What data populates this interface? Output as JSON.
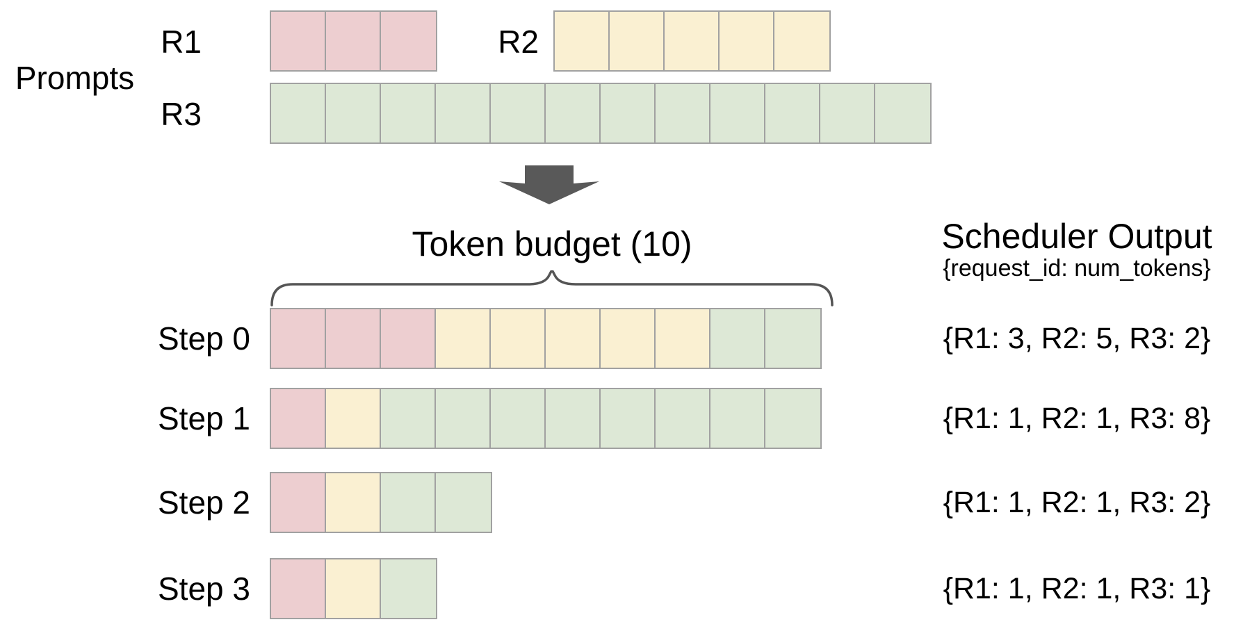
{
  "canvas": {
    "background": "#ffffff"
  },
  "request_colors": {
    "R1": "#edced0",
    "R2": "#faf0d2",
    "R3": "#dde8d6"
  },
  "colors": {
    "cell_border": "#a1a1a1",
    "arrow": "#595959",
    "brace": "#555555",
    "text": "#000000"
  },
  "prompts": {
    "section_label": "Prompts"
  },
  "prompt_rows": [
    {
      "label": "R1",
      "segments": [
        {
          "request": "R1",
          "tokens": 3
        }
      ]
    },
    {
      "label": "R2",
      "segments": [
        {
          "request": "R2",
          "tokens": 5
        }
      ]
    },
    {
      "label": "R3",
      "segments": [
        {
          "request": "R3",
          "tokens": 12
        }
      ]
    }
  ],
  "token_budget": {
    "label": "Token budget (10)",
    "value": 10
  },
  "scheduler": {
    "title": "Scheduler Output",
    "format": "{request_id: num_tokens}"
  },
  "steps": [
    {
      "label": "Step 0",
      "output": "{R1: 3, R2: 5, R3: 2}",
      "segments": [
        {
          "request": "R1",
          "tokens": 3
        },
        {
          "request": "R2",
          "tokens": 5
        },
        {
          "request": "R3",
          "tokens": 2
        }
      ]
    },
    {
      "label": "Step 1",
      "output": "{R1: 1, R2: 1, R3: 8}",
      "segments": [
        {
          "request": "R1",
          "tokens": 1
        },
        {
          "request": "R2",
          "tokens": 1
        },
        {
          "request": "R3",
          "tokens": 8
        }
      ]
    },
    {
      "label": "Step 2",
      "output": "{R1: 1, R2: 1, R3: 2}",
      "segments": [
        {
          "request": "R1",
          "tokens": 1
        },
        {
          "request": "R2",
          "tokens": 1
        },
        {
          "request": "R3",
          "tokens": 2
        }
      ]
    },
    {
      "label": "Step 3",
      "output": "{R1: 1, R2: 1, R3: 1}",
      "segments": [
        {
          "request": "R1",
          "tokens": 1
        },
        {
          "request": "R2",
          "tokens": 1
        },
        {
          "request": "R3",
          "tokens": 1
        }
      ]
    }
  ]
}
